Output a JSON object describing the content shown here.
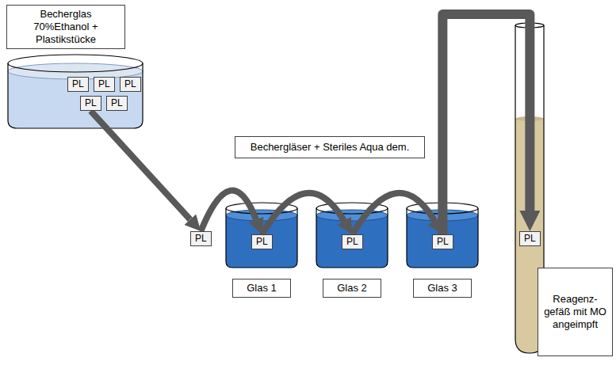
{
  "diagram": {
    "nodes": [
      {
        "text": [
          "Becherglas 70%Ethanol + Plastikstücke"
        ]
      },
      {
        "text": [
          "PL"
        ]
      },
      {
        "text": [
          "PL"
        ]
      },
      {
        "text": [
          "PL"
        ]
      },
      {
        "text": [
          "PL"
        ]
      },
      {
        "text": [
          "PL"
        ]
      },
      {
        "text": [
          "PL"
        ]
      },
      {
        "text": [
          "Bechergläser + Steriles Aqua dem."
        ]
      },
      {
        "text": [
          "PL"
        ]
      },
      {
        "text": [
          "PL"
        ]
      },
      {
        "text": [
          "PL"
        ]
      },
      {
        "text": [
          "Glas 1"
        ]
      },
      {
        "text": [
          "Glas 2"
        ]
      },
      {
        "text": [
          "Glas 3"
        ]
      },
      {
        "text": [
          "PL"
        ]
      },
      {
        "text": [
          "Reagenz-gefäß mit MO angeimpft"
        ]
      }
    ],
    "edges": [
      {
        "from": 4,
        "to": 6,
        "arrow": "to"
      },
      {
        "from": 6,
        "to": 8,
        "arrow": "to"
      },
      {
        "from": 8,
        "to": 9,
        "arrow": "to"
      },
      {
        "from": 9,
        "to": 10,
        "arrow": "to"
      },
      {
        "from": 10,
        "to": 14,
        "arrow": "to"
      }
    ]
  }
}
